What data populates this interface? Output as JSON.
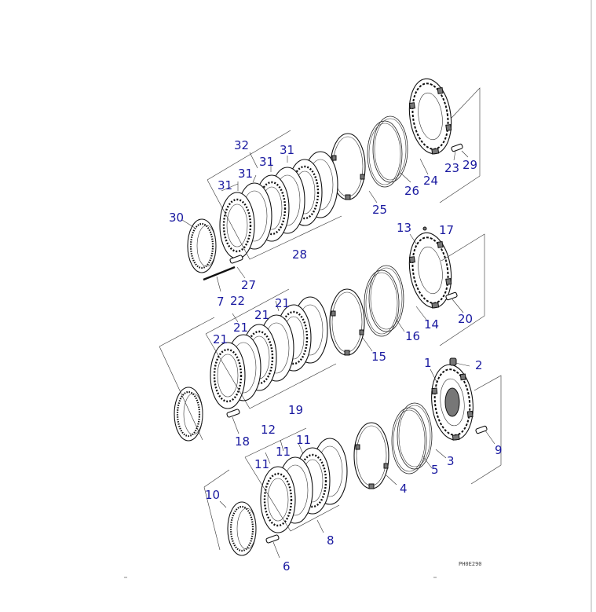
{
  "figure": {
    "code": "PH0E290",
    "callouts": [
      {
        "id": "c1",
        "label": "1"
      },
      {
        "id": "c2",
        "label": "2"
      },
      {
        "id": "c3",
        "label": "3"
      },
      {
        "id": "c4",
        "label": "4"
      },
      {
        "id": "c5",
        "label": "5"
      },
      {
        "id": "c6",
        "label": "6"
      },
      {
        "id": "c7",
        "label": "7"
      },
      {
        "id": "c8",
        "label": "8"
      },
      {
        "id": "c9",
        "label": "9"
      },
      {
        "id": "c10",
        "label": "10"
      },
      {
        "id": "c11a",
        "label": "11"
      },
      {
        "id": "c11b",
        "label": "11"
      },
      {
        "id": "c11c",
        "label": "11"
      },
      {
        "id": "c12",
        "label": "12"
      },
      {
        "id": "c13",
        "label": "13"
      },
      {
        "id": "c14",
        "label": "14"
      },
      {
        "id": "c15",
        "label": "15"
      },
      {
        "id": "c16",
        "label": "16"
      },
      {
        "id": "c17",
        "label": "17"
      },
      {
        "id": "c18",
        "label": "18"
      },
      {
        "id": "c19",
        "label": "19"
      },
      {
        "id": "c20",
        "label": "20"
      },
      {
        "id": "c21a",
        "label": "21"
      },
      {
        "id": "c21b",
        "label": "21"
      },
      {
        "id": "c21c",
        "label": "21"
      },
      {
        "id": "c21d",
        "label": "21"
      },
      {
        "id": "c22",
        "label": "22"
      },
      {
        "id": "c23",
        "label": "23"
      },
      {
        "id": "c24",
        "label": "24"
      },
      {
        "id": "c25",
        "label": "25"
      },
      {
        "id": "c26",
        "label": "26"
      },
      {
        "id": "c27",
        "label": "27"
      },
      {
        "id": "c28",
        "label": "28"
      },
      {
        "id": "c29",
        "label": "29"
      },
      {
        "id": "c30",
        "label": "30"
      },
      {
        "id": "c31a",
        "label": "31"
      },
      {
        "id": "c31b",
        "label": "31"
      },
      {
        "id": "c31c",
        "label": "31"
      },
      {
        "id": "c31d",
        "label": "31"
      },
      {
        "id": "c32",
        "label": "32"
      }
    ]
  }
}
